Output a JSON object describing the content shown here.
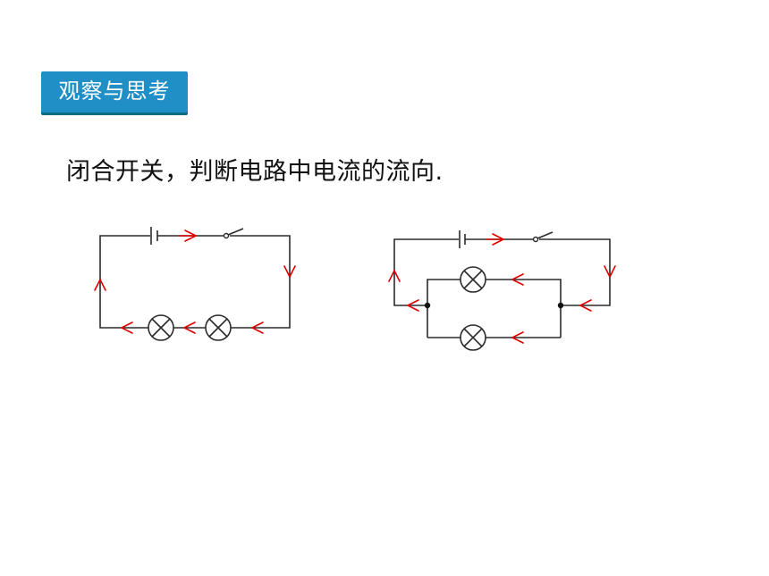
{
  "header": {
    "badge_label": "观察与思考"
  },
  "question": {
    "text": "闭合开关，判断电路中电流的流向."
  },
  "diagrams": [
    {
      "name": "series-circuit",
      "components": [
        "battery",
        "switch",
        "lamp",
        "lamp"
      ],
      "arrow_color": "#e00000"
    },
    {
      "name": "parallel-circuit",
      "components": [
        "battery",
        "switch",
        "lamp",
        "lamp",
        "junction",
        "junction"
      ],
      "arrow_color": "#e00000"
    }
  ],
  "colors": {
    "badge": "#1f8fc6",
    "badge_shadow": "#0f6b85",
    "arrow": "#e00000",
    "wire": "#2b2b2b"
  }
}
